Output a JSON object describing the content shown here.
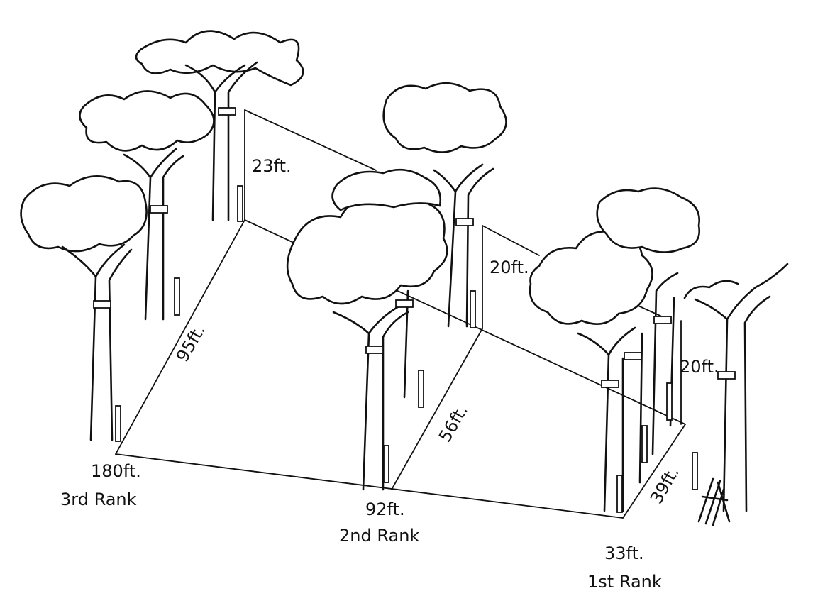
{
  "diagram": {
    "distance_labels": {
      "rank3_to_rank2_spacing": "95ft.",
      "rank2_to_rank1_spacing": "56ft.",
      "rank1_spacing": "39ft.",
      "rank3_height": "23ft.",
      "rank2_height": "20ft.",
      "rank1_height": "20ft."
    },
    "rank_markers": [
      {
        "distance": "180ft.",
        "rank": "3rd Rank"
      },
      {
        "distance": "92ft.",
        "rank": "2nd Rank"
      },
      {
        "distance": "33ft.",
        "rank": "1st Rank"
      }
    ]
  }
}
